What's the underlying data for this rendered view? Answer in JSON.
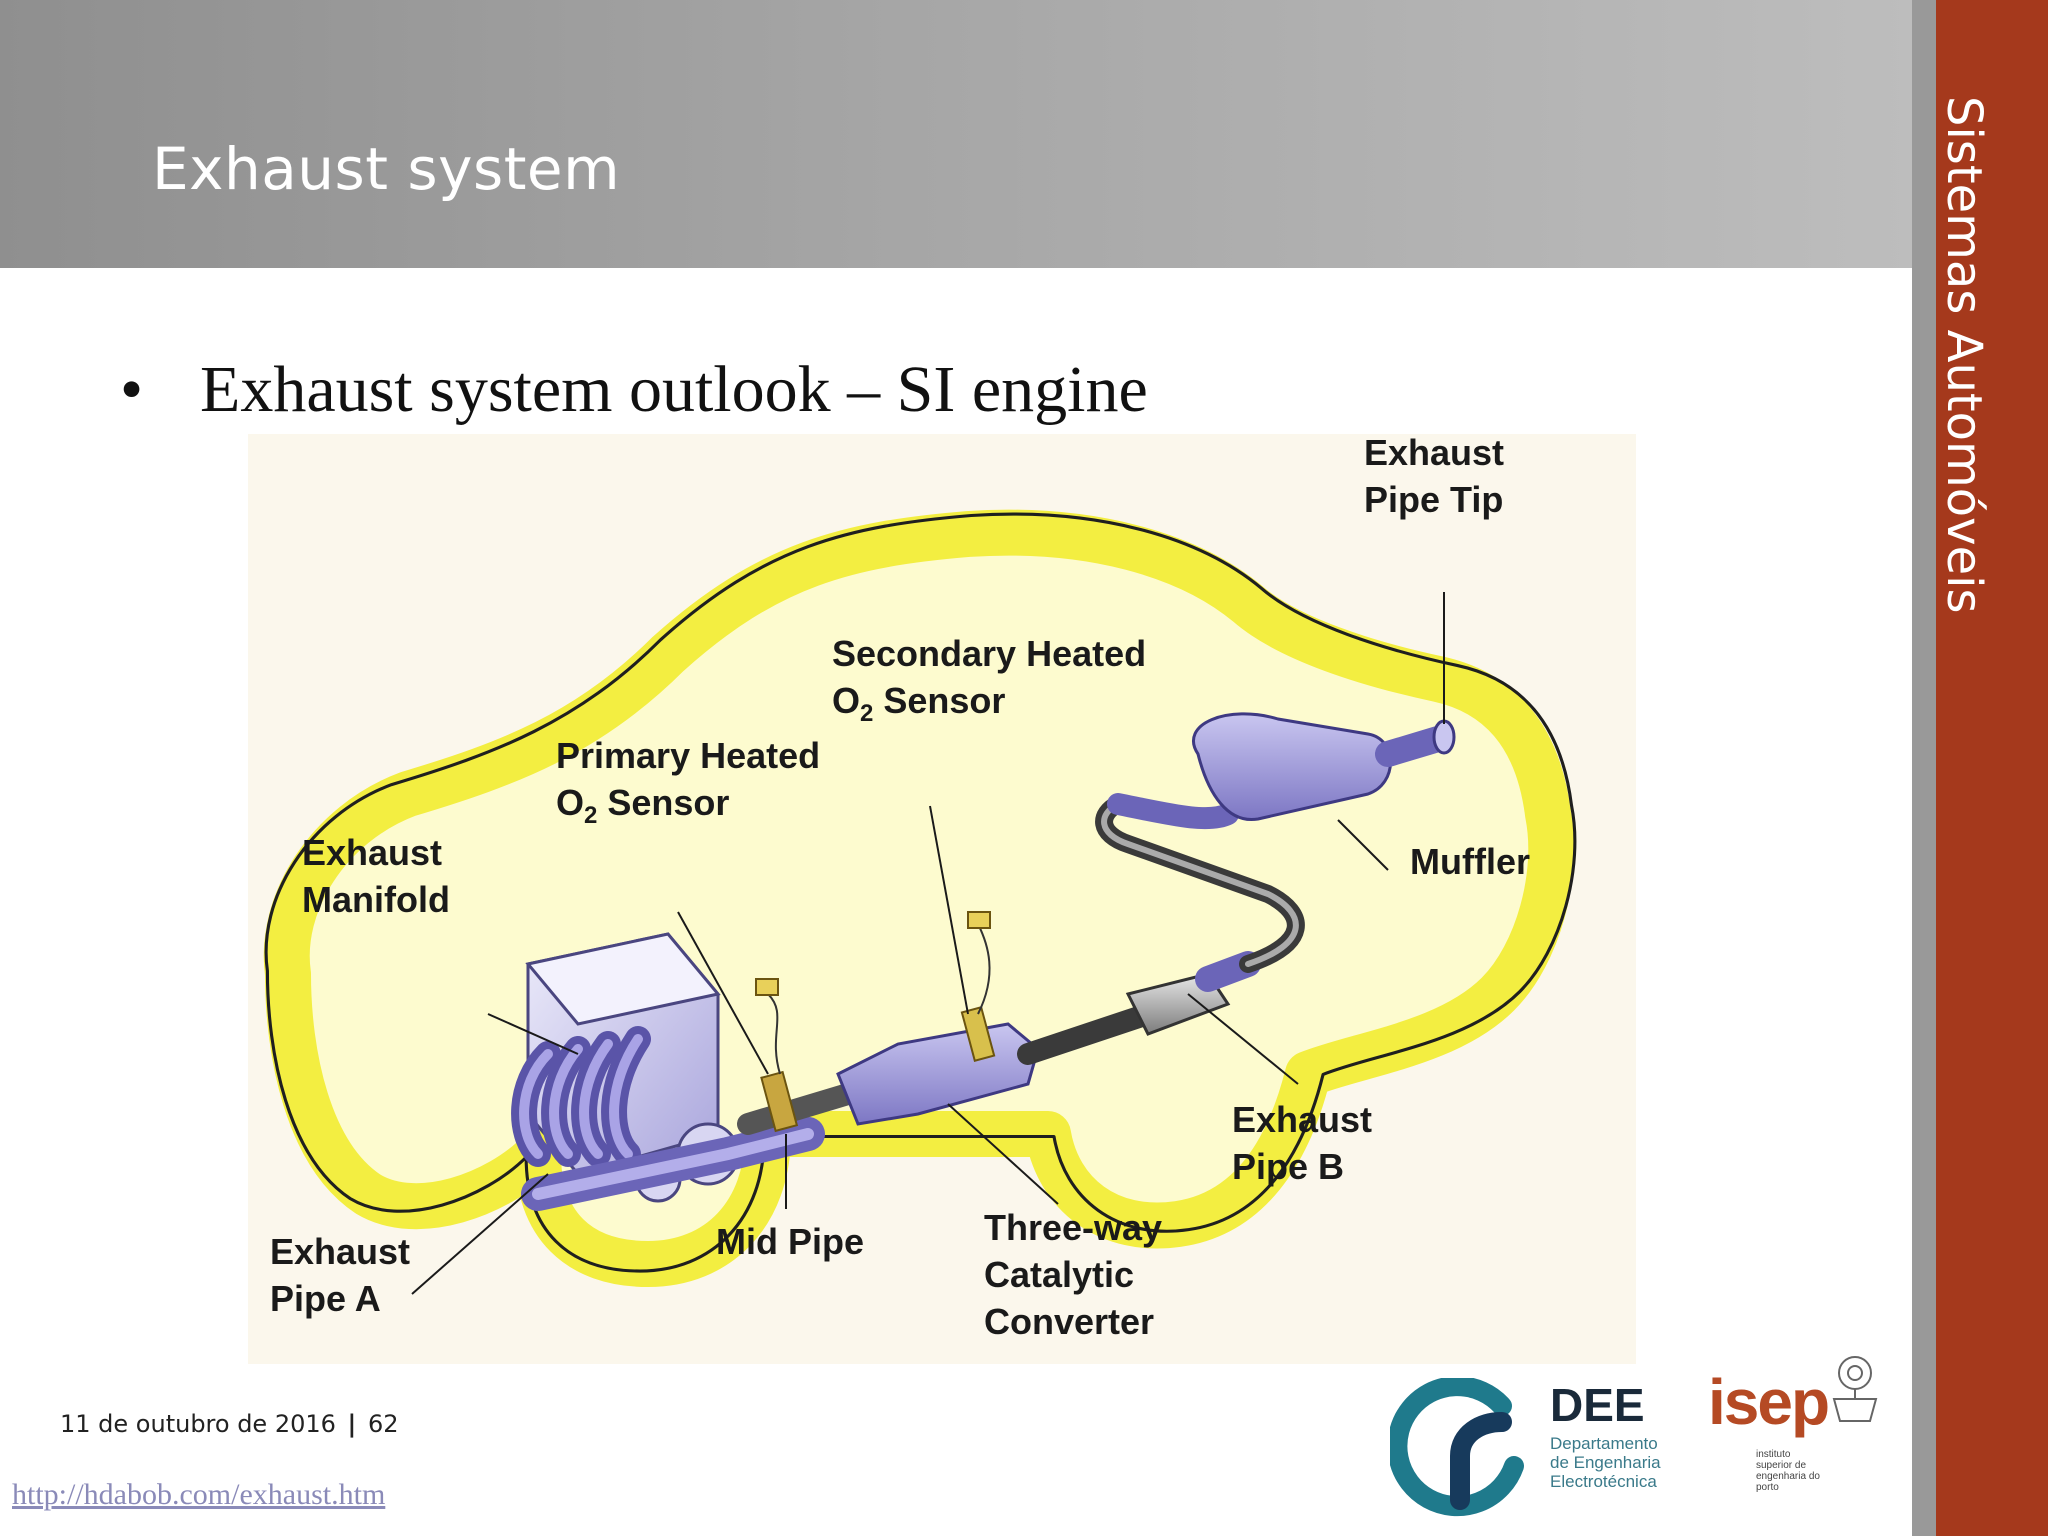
{
  "header": {
    "title": "Exhaust system"
  },
  "sidebar": {
    "text": "Sistemas Automóveis"
  },
  "content": {
    "bullet_symbol": "•",
    "bullet_text": "Exhaust system outlook – SI engine"
  },
  "diagram": {
    "labels": {
      "exhaust_pipe_tip_1": "Exhaust",
      "exhaust_pipe_tip_2": "Pipe Tip",
      "secondary_sensor_1": "Secondary Heated",
      "secondary_sensor_2_main": "O",
      "secondary_sensor_2_sub": "2",
      "secondary_sensor_2_rest": " Sensor",
      "primary_sensor_1": "Primary Heated",
      "primary_sensor_2_main": "O",
      "primary_sensor_2_sub": "2",
      "primary_sensor_2_rest": " Sensor",
      "muffler": "Muffler",
      "exhaust_manifold_1": "Exhaust",
      "exhaust_manifold_2": "Manifold",
      "exhaust_pipe_b_1": "Exhaust",
      "exhaust_pipe_b_2": "Pipe B",
      "exhaust_pipe_a_1": "Exhaust",
      "exhaust_pipe_a_2": "Pipe A",
      "mid_pipe": "Mid Pipe",
      "catalytic_1": "Three-way",
      "catalytic_2": "Catalytic",
      "catalytic_3": "Converter"
    }
  },
  "footer": {
    "date": "11 de outubro de 2016",
    "separator": "|",
    "page_number": "62",
    "source_url": "http://hdabob.com/exhaust.htm"
  },
  "logos": {
    "dee_word": "DEE",
    "dee_sub_1": "Departamento",
    "dee_sub_2": "de Engenharia",
    "dee_sub_3": "Electrotécnica",
    "isep_word": "isep",
    "isep_sub_1": "instituto",
    "isep_sub_2": "superior de",
    "isep_sub_3": "engenharia do",
    "isep_sub_4": "porto"
  },
  "colors": {
    "header_grey": "#a5a5a5",
    "side_band": "#a5391c",
    "car_outline_yellow": "#f2ef3c",
    "part_purple": "#9c97d6"
  }
}
